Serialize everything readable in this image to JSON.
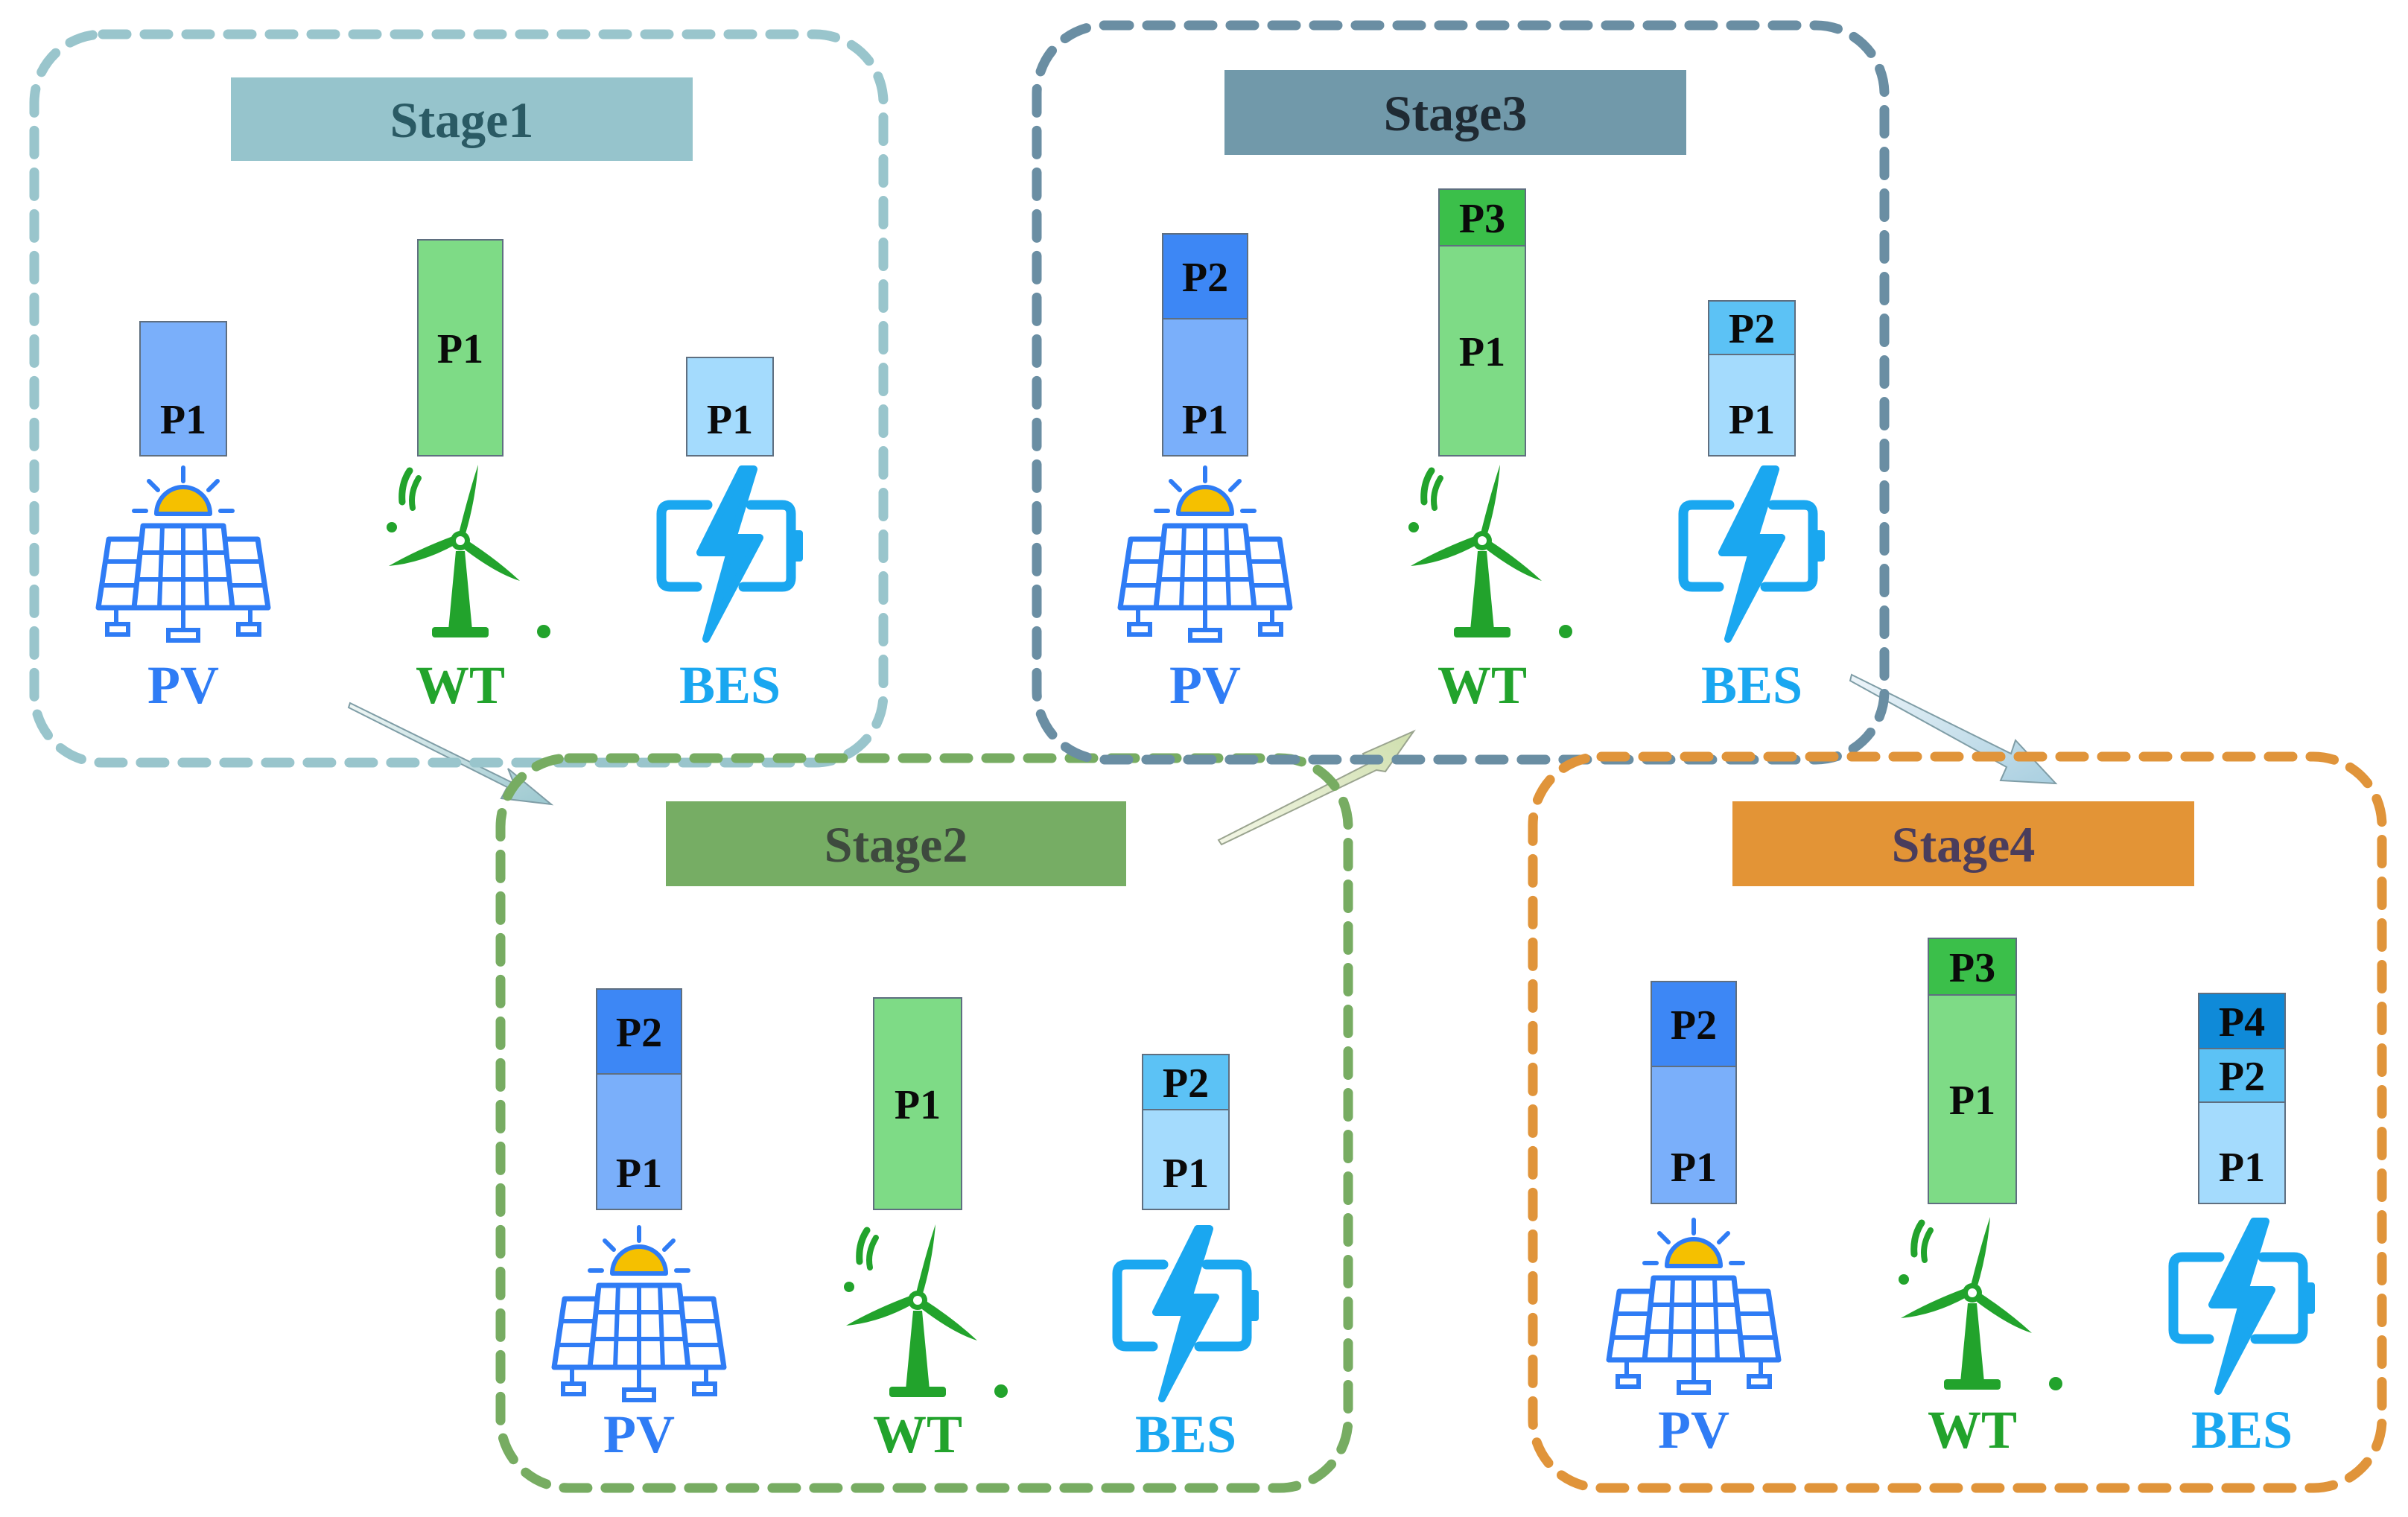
{
  "stages": [
    {
      "title": "Stage1",
      "colors": {
        "border": "#99c5cc",
        "header_bg": "#96c4cc",
        "header_text": "#2a5a64"
      },
      "pv": {
        "label": "PV",
        "segments": [
          "P1"
        ]
      },
      "wt": {
        "label": "WT",
        "segments": [
          "P1"
        ]
      },
      "bes": {
        "label": "BES",
        "segments": [
          "P1"
        ]
      }
    },
    {
      "title": "Stage2",
      "colors": {
        "border": "#77ac62",
        "header_bg": "#76ad64",
        "header_text": "#3e4a3e"
      },
      "pv": {
        "label": "PV",
        "segments": [
          "P1",
          "P2"
        ]
      },
      "wt": {
        "label": "WT",
        "segments": [
          "P1"
        ]
      },
      "bes": {
        "label": "BES",
        "segments": [
          "P1",
          "P2"
        ]
      }
    },
    {
      "title": "Stage3",
      "colors": {
        "border": "#6a8ea3",
        "header_bg": "#7199aa",
        "header_text": "#1f2a33"
      },
      "pv": {
        "label": "PV",
        "segments": [
          "P1",
          "P2"
        ]
      },
      "wt": {
        "label": "WT",
        "segments": [
          "P1",
          "P3"
        ]
      },
      "bes": {
        "label": "BES",
        "segments": [
          "P1",
          "P2"
        ]
      }
    },
    {
      "title": "Stage4",
      "colors": {
        "border": "#e0943a",
        "header_bg": "#e39436",
        "header_text": "#4a3d5c"
      },
      "pv": {
        "label": "PV",
        "segments": [
          "P1",
          "P2"
        ]
      },
      "wt": {
        "label": "WT",
        "segments": [
          "P1",
          "P3"
        ]
      },
      "bes": {
        "label": "BES",
        "segments": [
          "P1",
          "P2",
          "P4"
        ]
      }
    }
  ],
  "segment_colors": {
    "pv": {
      "P1": "#7aaffa",
      "P2": "#3d87f5"
    },
    "wt": {
      "P1": "#7edb86",
      "P3": "#3bbf4a"
    },
    "bes": {
      "P1": "#a4dbfd",
      "P2": "#5cc2f5",
      "P4": "#0f8ad8"
    }
  },
  "icon_colors": {
    "pv": "#2f7cf5",
    "sun": "#f5c000",
    "wt": "#22a32c",
    "bes": "#1aa7f0"
  }
}
